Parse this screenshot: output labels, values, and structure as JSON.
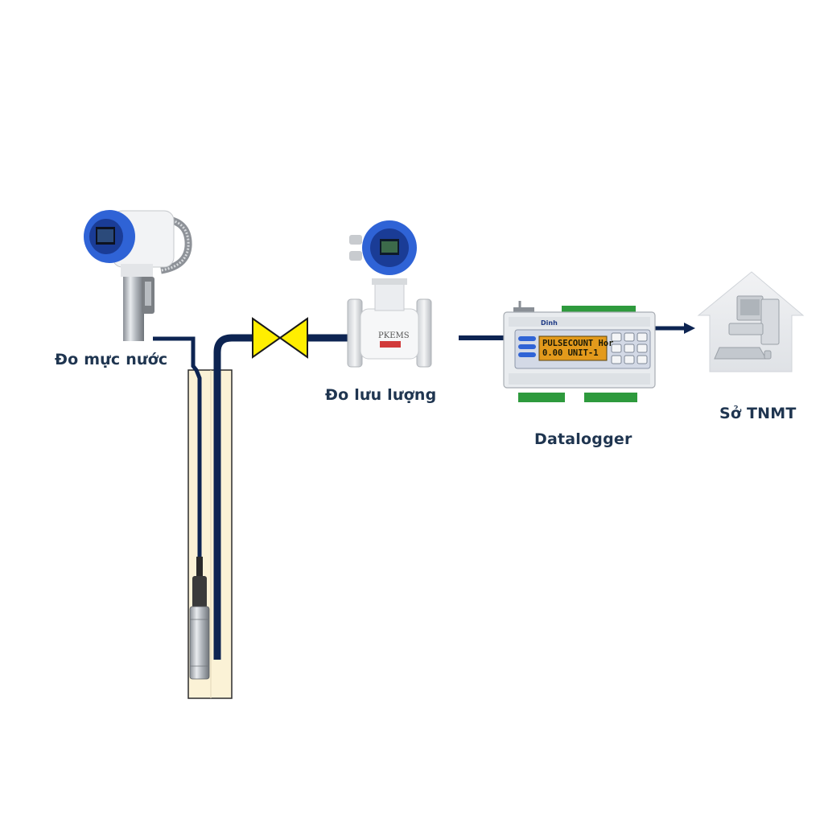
{
  "labels": {
    "water_level": "Đo mực nước",
    "flow": "Đo lưu lượng",
    "datalogger": "Datalogger",
    "department": "Sở TNMT"
  },
  "datalogger_screen": {
    "line1": "PULSECOUNT  Hor",
    "line2": "0.00 UNIT-1"
  },
  "flowmeter_brand": "PKEMS",
  "datalogger_brand": "Dinh",
  "colors": {
    "pipe": "#0d2452",
    "valve": "#ffee00",
    "meter_blue": "#2f63d6",
    "well_fill": "#fbf2d6",
    "lcd": "#e39a1c"
  }
}
